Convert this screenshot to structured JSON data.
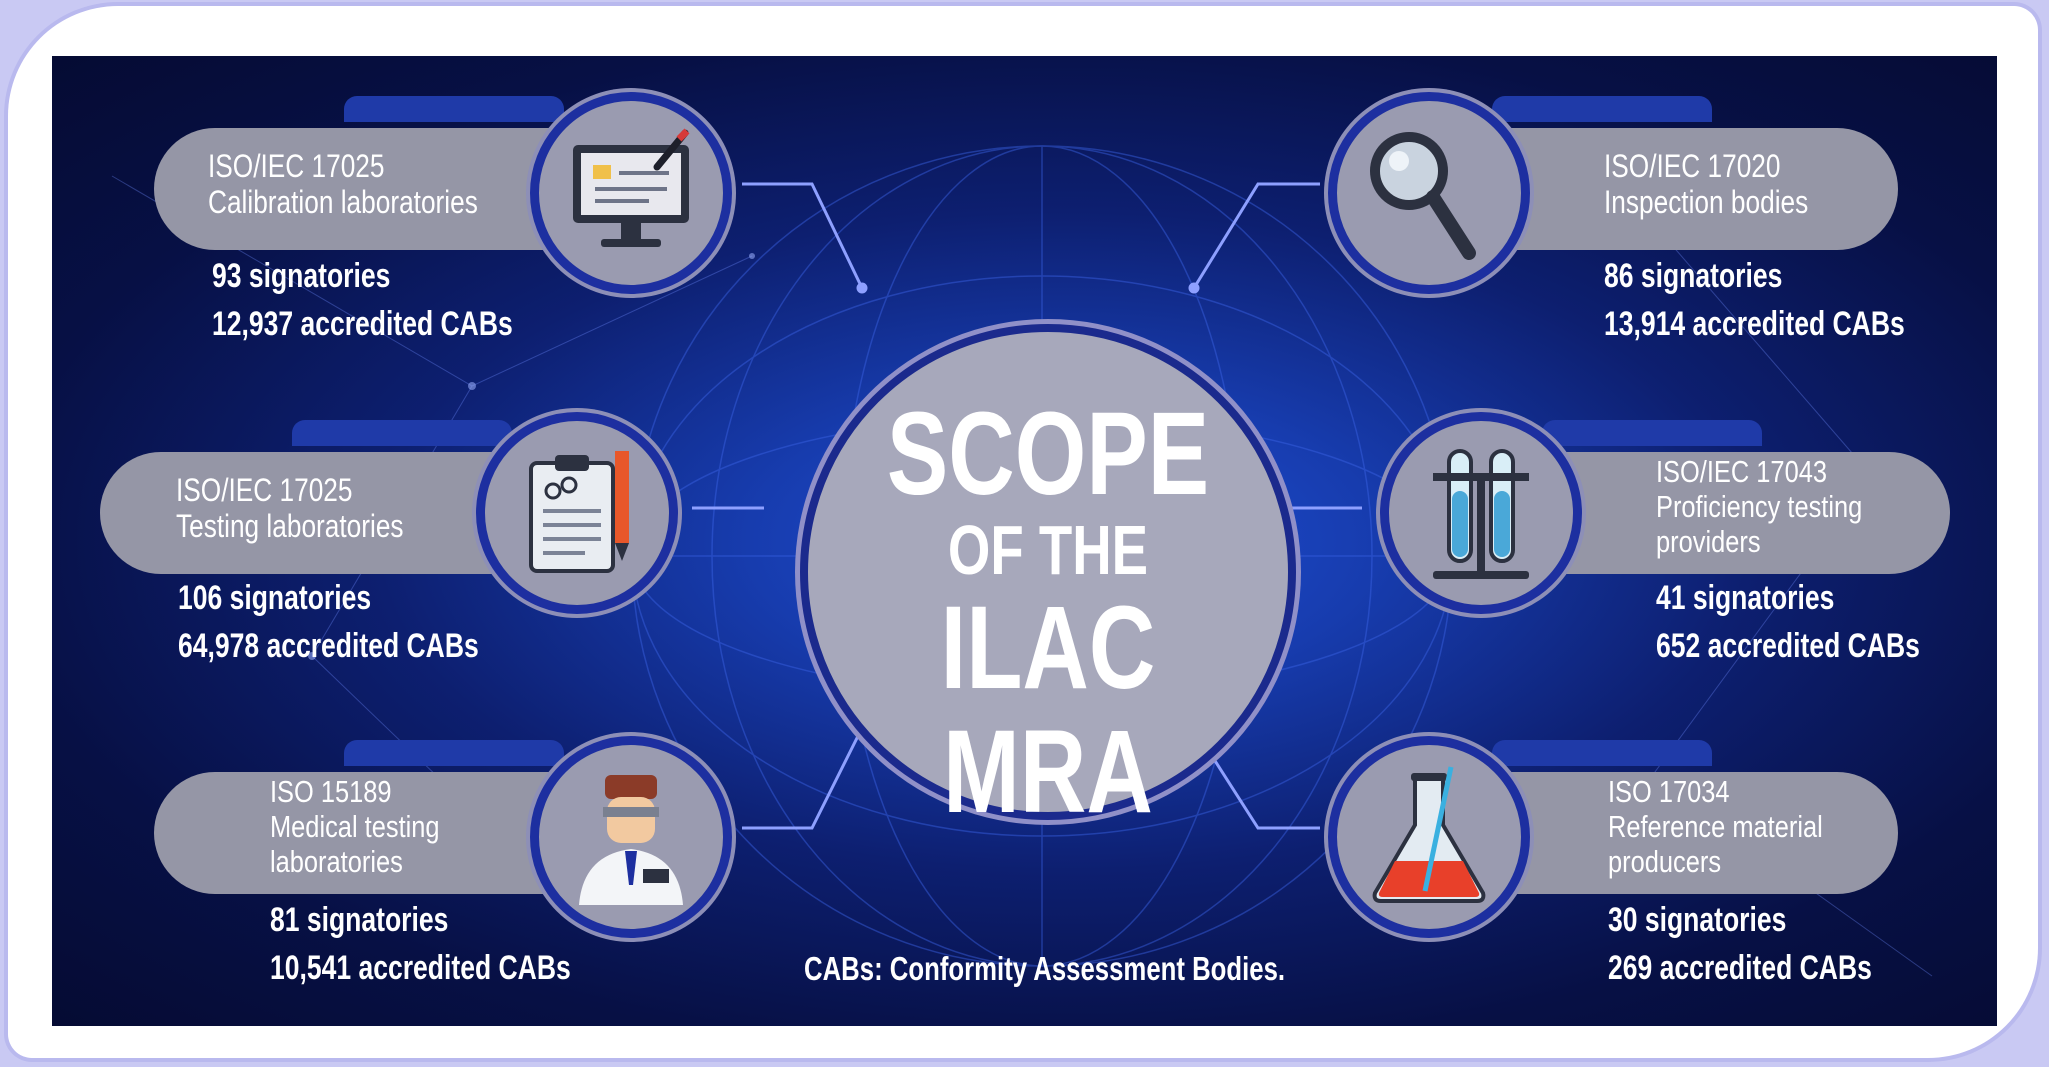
{
  "center": {
    "line1": "SCOPE",
    "line2": "OF THE",
    "line3": "ILAC MRA"
  },
  "footnote": "CABs: Conformity Assessment Bodies.",
  "cards": [
    {
      "standard": "ISO/IEC 17025",
      "label_lines": [
        "Calibration laboratories"
      ],
      "signatories": "93 signatories",
      "cabs": "12,937 accredited CABs",
      "icon": "monitor-icon"
    },
    {
      "standard": "ISO/IEC 17020",
      "label_lines": [
        "Inspection bodies"
      ],
      "signatories": "86 signatories",
      "cabs": "13,914 accredited CABs",
      "icon": "magnifier-icon"
    },
    {
      "standard": "ISO/IEC 17025",
      "label_lines": [
        "Testing laboratories"
      ],
      "signatories": "106 signatories",
      "cabs": "64,978 accredited CABs",
      "icon": "clipboard-icon"
    },
    {
      "standard": "ISO/IEC 17043",
      "label_lines": [
        "Proficiency testing",
        "providers"
      ],
      "signatories": "41 signatories",
      "cabs": "652 accredited CABs",
      "icon": "test-tubes-icon"
    },
    {
      "standard": "ISO 15189",
      "label_lines": [
        "Medical testing",
        "laboratories"
      ],
      "signatories": "81 signatories",
      "cabs": "10,541 accredited CABs",
      "icon": "doctor-icon"
    },
    {
      "standard": "ISO 17034",
      "label_lines": [
        "Reference material",
        "producers"
      ],
      "signatories": "30 signatories",
      "cabs": "269 accredited CABs",
      "icon": "flask-icon"
    }
  ],
  "colors": {
    "background_dark": "#071045",
    "accent_blue": "#1d2fa0",
    "card_gray": "#9596a6",
    "flask_liquid": "#e8402a"
  }
}
